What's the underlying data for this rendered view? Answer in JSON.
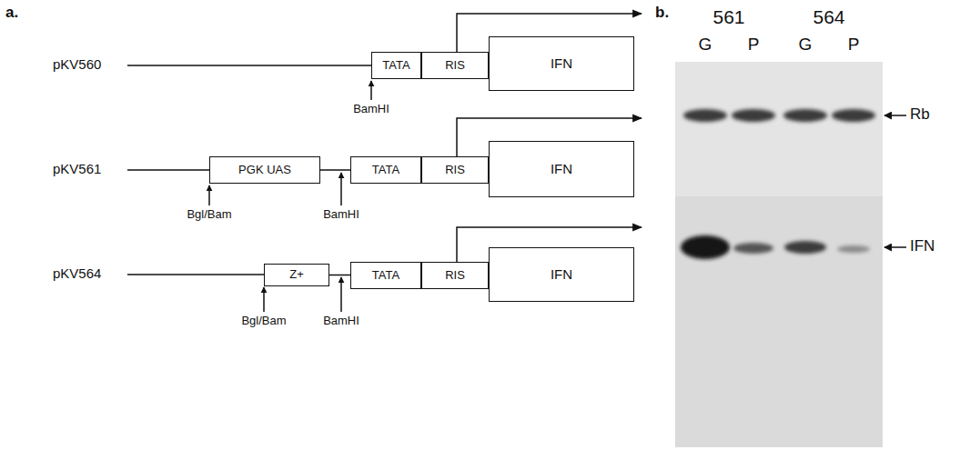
{
  "diagram": {
    "nodes": [
      {
        "text": [
          "TATA"
        ]
      },
      {
        "text": [
          "RIS"
        ]
      },
      {
        "text": [
          "IFN"
        ]
      },
      {
        "text": [
          "PGK UAS"
        ]
      },
      {
        "text": [
          "TATA"
        ]
      },
      {
        "text": [
          "RIS"
        ]
      },
      {
        "text": [
          "IFN"
        ]
      },
      {
        "text": [
          "Z+"
        ]
      },
      {
        "text": [
          "TATA"
        ]
      },
      {
        "text": [
          "RIS"
        ]
      },
      {
        "text": [
          "IFN"
        ]
      }
    ],
    "edges": [
      {
        "from": 3,
        "to": 4,
        "arrow": "none"
      },
      {
        "from": 7,
        "to": 8,
        "arrow": "none"
      }
    ],
    "labels": [
      "a.",
      "pKV560",
      "BamHI",
      "pKV561",
      "Bgl/Bam",
      "BamHI",
      "pKV564",
      "Bgl/Bam",
      "BamHI",
      "b.",
      "561",
      "564",
      "G",
      "P",
      "G",
      "P",
      "Rb",
      "IFN"
    ]
  }
}
